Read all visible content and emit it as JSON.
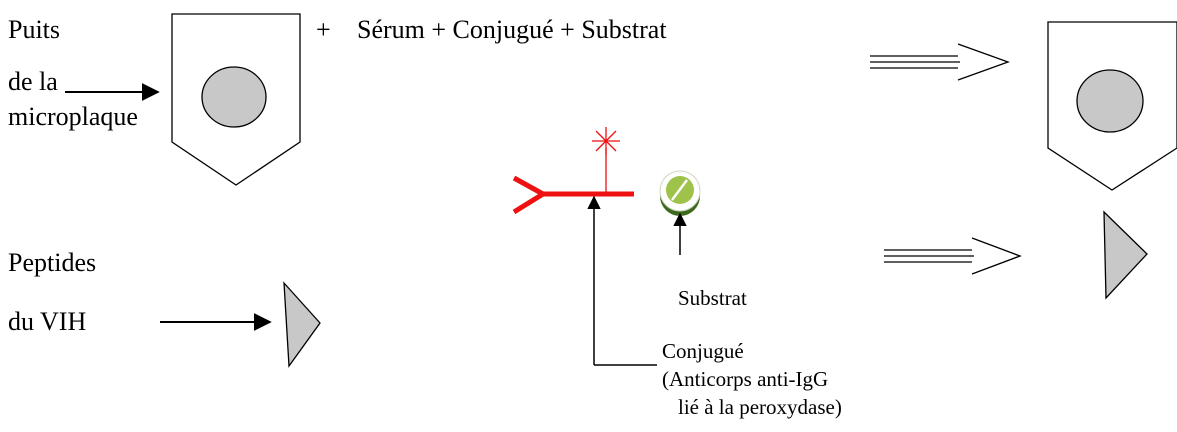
{
  "labels": {
    "puits": "Puits",
    "de_la": "de la",
    "microplaque": "microplaque",
    "plus_sign": "+",
    "reagents": "Sérum + Conjugué + Substrat",
    "peptides": "Peptides",
    "du_vih": "du VIH",
    "substrat": "Substrat",
    "conjugue": "Conjugué",
    "conjugue_detail_1": "(Anticorps anti-IgG",
    "conjugue_detail_2": "lié à la peroxydase)"
  },
  "colors": {
    "antibody": "#ee1111",
    "shape_fill": "#c8c8c8",
    "substrate_fill": "#9fc24a",
    "substrate_ring": "#3e6a1e"
  }
}
